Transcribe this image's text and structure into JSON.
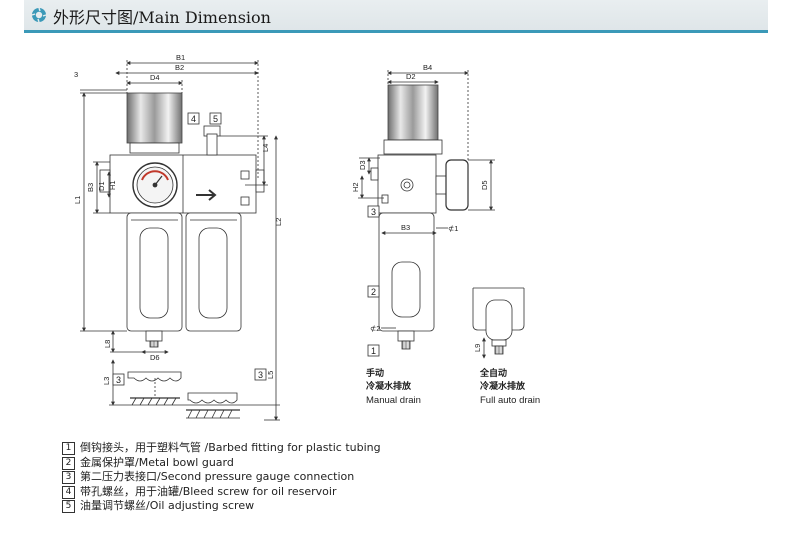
{
  "header": {
    "title": "外形尺寸图/Main Dimension",
    "accent_color": "#3b99b8",
    "logo_icon": "gear-spiral-icon"
  },
  "dimension_labels": {
    "B1": "B1",
    "B2": "B2",
    "D4": "D4",
    "B4": "B4",
    "D2": "D2",
    "l3_top": "3",
    "L4": "L4",
    "L2": "L2",
    "L1": "L1",
    "B3_left": "B3",
    "D1": "D1",
    "H1": "H1",
    "D3": "D3",
    "H2": "H2",
    "D5": "D5",
    "B3_right": "B3",
    "phi1": "⊄1",
    "phi2": "⊄2",
    "L8": "L8",
    "D6": "D6",
    "L3": "L3",
    "L5": "L5",
    "L9": "L9"
  },
  "callouts": {
    "c1": "1",
    "c2": "2",
    "c3": "3",
    "c4": "4",
    "c5": "5"
  },
  "captions": {
    "manual_cn": "手动",
    "manual_cn2": "冷凝水排放",
    "manual_en": "Manual drain",
    "auto_cn": "全自动",
    "auto_cn2": "冷凝水排放",
    "auto_en": "Full auto drain"
  },
  "legend": [
    {
      "num": "1",
      "text": "倒钩接头，用于塑料气管 /Barbed fitting for plastic tubing"
    },
    {
      "num": "2",
      "text": "金属保护罩/Metal bowl guard"
    },
    {
      "num": "3",
      "text": "第二压力表接口/Second pressure gauge connection"
    },
    {
      "num": "4",
      "text": "带孔螺丝，用于油罐/Bleed screw for oil reservoir"
    },
    {
      "num": "5",
      "text": "油量调节螺丝/Oil adjusting screw"
    }
  ]
}
